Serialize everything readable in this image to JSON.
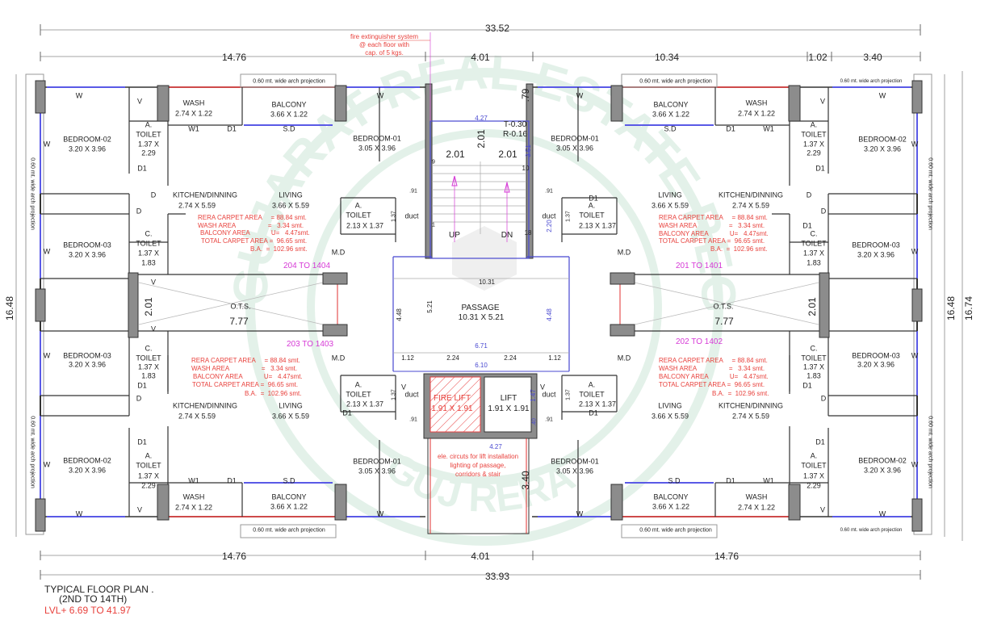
{
  "watermark": {
    "text": "GUJARAT REAL ESTATE REGULATORY AUTHORITY",
    "bottom_text": "GUJ RERA",
    "color": "#2e9a5a"
  },
  "colors": {
    "wall": "#8c8c8c",
    "window": "#5a5ae6",
    "parapet": "#e03030",
    "note": "#e8413c",
    "unit_no": "#d63ad6",
    "dim_blue": "#4848d0"
  },
  "dimensions": [
    "33.52",
    "14.76",
    "4.01",
    "10.34",
    "1.02",
    "3.40",
    "14.76",
    "4.01",
    "14.76",
    "33.93",
    "16.48",
    "16.48",
    "16.74"
  ],
  "core": [
    "fire extinguisher system",
    "@ each floor with",
    "cap. of 5 kgs.",
    ".79",
    "4.27",
    "T-0.30",
    "R-0.16",
    "2.01",
    "2.01",
    "2.01",
    "3.51",
    "9",
    "10",
    "1",
    "18",
    "UP",
    "DN",
    "2.20",
    "10.31",
    "4.48",
    "5.21",
    "4.48",
    "PASSAGE",
    "10.31 X 5.21",
    "6.71",
    "1.12",
    "2.24",
    "2.24",
    "1.12",
    "6.10",
    "FIRE LIFT",
    "1.91 X 1.91",
    "LIFT",
    "1.91 X 1.91",
    "1.47",
    ".40",
    "4.27",
    "ele. circuts for lift installation",
    "lighting of passage,",
    "corridors & stair",
    "3.40"
  ],
  "left_apartments": [
    "0.60 mt. wide arch projection",
    "W",
    "V",
    "WASH",
    "2.74 X 1.22",
    "BALCONY",
    "3.66 X 1.22",
    "W",
    "BEDROOM-02",
    "3.20 X 3.96",
    "W",
    "A.",
    "TOILET",
    "1.37 X",
    "2.29",
    "W1",
    "D1",
    "S.D",
    "BEDROOM-01",
    "3.05 X 3.96",
    "D1",
    "0.60 mt. wide arch projection",
    "D",
    "KITCHEN/DINNING",
    "2.74 X 5.59",
    "LIVING",
    "3.66 X 5.59",
    ".91",
    "A.",
    "TOILET",
    "2.13 X 1.37",
    "1.37",
    "duct",
    "D",
    "RERA CARPET AREA     = 88.84 smt.",
    "WASH AREA                  =   3.34 smt.",
    "BALCONY AREA            U=   4.47smt.",
    "TOTAL CARPET AREA =  96.65 smt.",
    "B.A.  =  102.96 smt.",
    "BEDROOM-03",
    "3.20 X 3.96",
    "W",
    "C.",
    "TOILET",
    "1.37 X",
    "1.83",
    "M.D",
    "204 TO 1404",
    "V",
    "2.01",
    "O.T.S.",
    "7.77",
    "V",
    "203 TO 1403",
    "M.D",
    "C.",
    "TOILET",
    "1.37 X",
    "1.83",
    "D1",
    "BEDROOM-03",
    "3.20 X 3.96",
    "W",
    "RERA CARPET AREA     = 88.84 smt.",
    "WASH AREA                  =   3.34 smt.",
    "BALCONY AREA            U=   4.47smt.",
    "TOTAL CARPET AREA =  96.65 smt.",
    "B.A.  =  102.96 smt.",
    "D",
    "KITCHEN/DINNING",
    "2.74 X 5.59",
    "LIVING",
    "3.66 X 5.59",
    "A.",
    "TOILET",
    "2.13 X 1.37",
    "D1",
    "V",
    "duct",
    "1.37",
    ".91",
    "D1",
    "BEDROOM-02",
    "3.20 X 3.96",
    "A.",
    "TOILET",
    "1.37 X",
    "2.29",
    "W",
    "W1",
    "D1",
    "S.D",
    "WASH",
    "2.74 X 1.22",
    "BALCONY",
    "3.66 X 1.22",
    "BEDROOM-01",
    "3.05 X 3.96",
    "V",
    "W",
    "W",
    "0.60 mt. wide arch projection",
    "0.60 mt. wide arch projection"
  ],
  "right_apartments": [
    "0.60 mt. wide arch projection",
    "0.60 mt. wide arch projection",
    "W",
    "V",
    "WASH",
    "2.74 X 1.22",
    "BALCONY",
    "3.66 X 1.22",
    "W",
    "BEDROOM-02",
    "3.20 X 3.96",
    "W",
    "A.",
    "TOILET",
    "1.37 X",
    "2.29",
    "W1",
    "D1",
    "S.D",
    "BEDROOM-01",
    "3.05 X 3.96",
    "D1",
    "0.60 mt. wide arch projection",
    "D",
    "KITCHEN/DINNING",
    "2.74 X 5.59",
    "LIVING",
    "3.66 X 5.59",
    ".91",
    "D1",
    "A.",
    "TOILET",
    "2.13 X 1.37",
    "1.37",
    "duct",
    "D",
    "RERA CARPET AREA     = 88.84 smt.",
    "WASH AREA                  =   3.34 smt.",
    "BALCONY AREA            U=   4.47smt.",
    "TOTAL CARPET AREA =  96.65 smt.",
    "B.A.  =  102.96 smt.",
    "D1",
    "C.",
    "TOILET",
    "1.37 X",
    "1.83",
    "BEDROOM-03",
    "3.20 X 3.96",
    "W",
    "M.D",
    "201 TO 1401",
    "2.01",
    "O.T.S.",
    "7.77",
    "202 TO 1402",
    "M.D",
    "C.",
    "TOILET",
    "1.37 X",
    "1.83",
    "D1",
    "BEDROOM-03",
    "3.20 X 3.96",
    "W",
    "RERA CARPET AREA     = 88.84 smt.",
    "WASH AREA                  =   3.34 smt.",
    "BALCONY AREA            U=   4.47smt.",
    "TOTAL CARPET AREA =  96.65 smt.",
    "B.A.  =  102.96 smt.",
    "D",
    "LIVING",
    "3.66 X 5.59",
    "KITCHEN/DINNING",
    "2.74 X 5.59",
    "V",
    "duct",
    "1.37",
    "A.",
    "TOILET",
    "2.13 X 1.37",
    "D1",
    ".91",
    "D1",
    "BEDROOM-02",
    "3.20 X 3.96",
    "A.",
    "TOILET",
    "1.37 X",
    "2.29",
    "W",
    "S.D",
    "D1",
    "W1",
    "WASH",
    "2.74 X 1.22",
    "BALCONY",
    "3.66 X 1.22",
    "BEDROOM-01",
    "3.05 X 3.96",
    "V",
    "W",
    "W",
    "0.60 mt. wide arch projection",
    "0.60 mt. wide arch projection",
    "0.60 mt. wide arch projection"
  ],
  "title": {
    "line1": "TYPICAL FLOOR PLAN .",
    "line2": "(2ND  TO 14TH)",
    "line3": "LVL+ 6.69 TO 41.97"
  }
}
